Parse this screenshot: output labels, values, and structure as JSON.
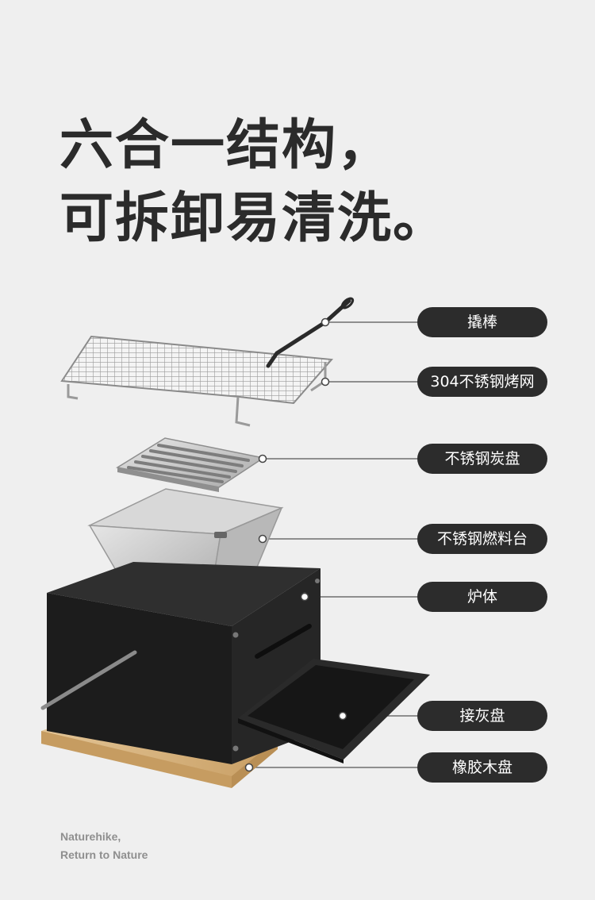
{
  "headline": {
    "line1": "六合一结构，",
    "line2": "可拆卸易清洗。"
  },
  "labels": [
    "撬棒",
    "304不锈钢烤网",
    "不锈钢炭盘",
    "不锈钢燃料台",
    "炉体",
    "接灰盘",
    "橡胶木盘"
  ],
  "brand": {
    "line1": "Naturehike,",
    "line2": "Return to Nature"
  },
  "colors": {
    "background": "#efefef",
    "label_bg": "#2c2c2c",
    "headline": "#2b2b2b",
    "stove_body": "#1c1c1c",
    "wood": "#d6b483",
    "steel": "#c9c9c9"
  }
}
